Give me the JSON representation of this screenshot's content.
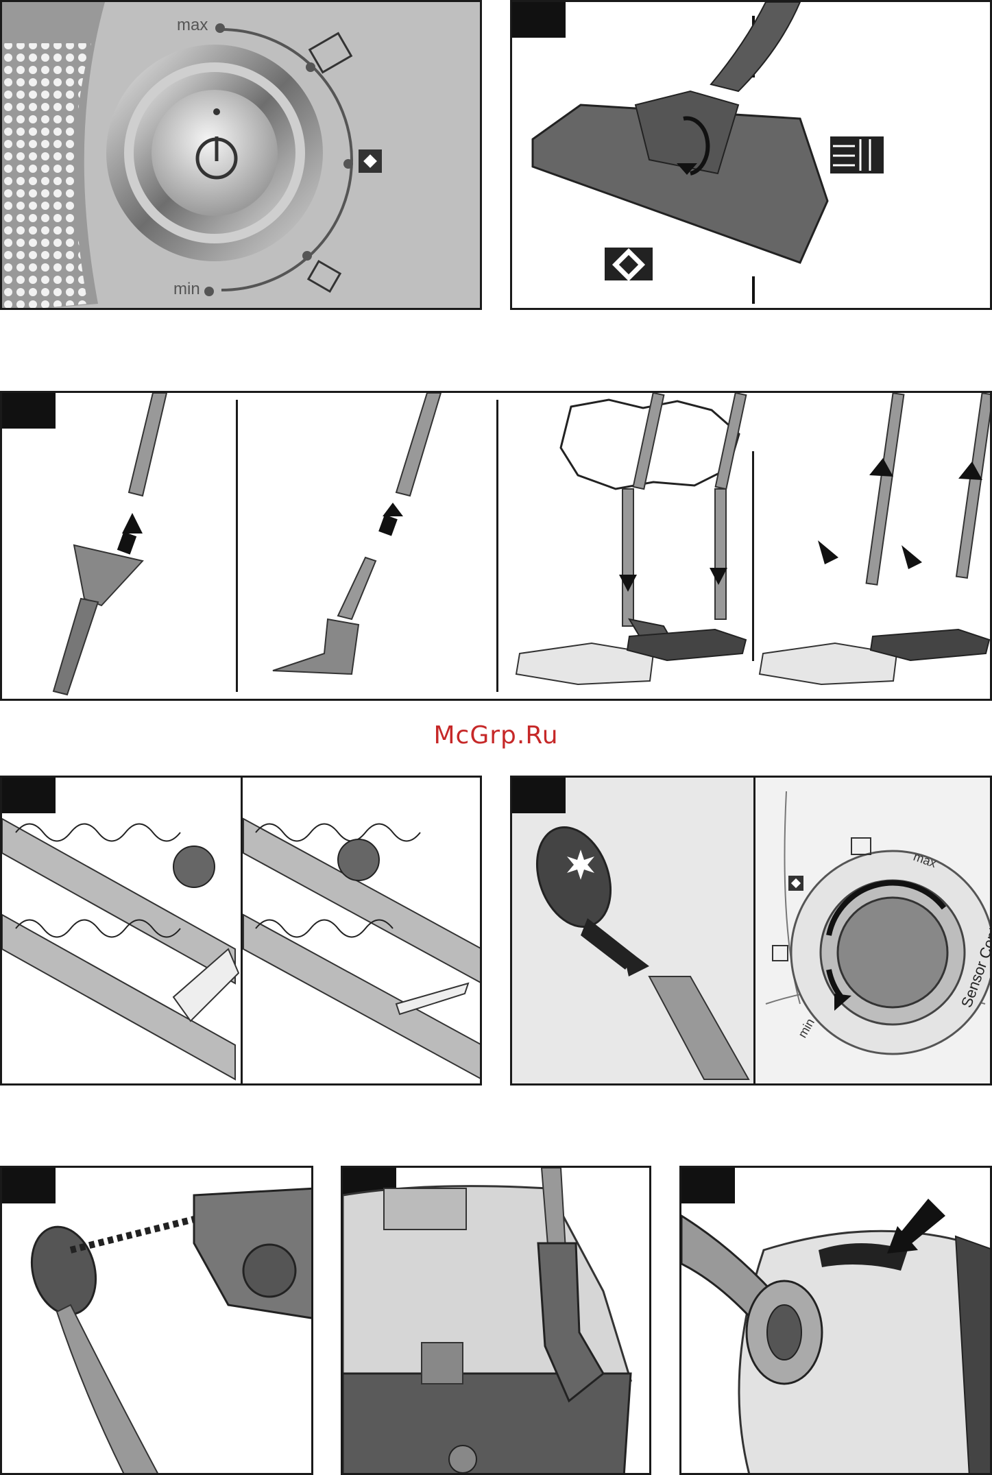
{
  "dial": {
    "max_label": "max",
    "min_label": "min"
  },
  "sensor_dial": {
    "max_label": "max",
    "min_label": "min",
    "brand_text": "Sensor Control"
  },
  "watermark": "McGrp.Ru"
}
